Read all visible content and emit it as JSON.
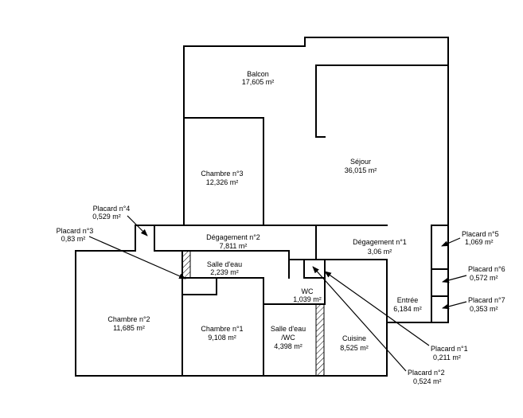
{
  "rooms": {
    "balcon": {
      "name": "Balcon",
      "area": "17,605  m²"
    },
    "sejour": {
      "name": "Séjour",
      "area": "36,015  m²"
    },
    "chambre3": {
      "name": "Chambre n°3",
      "area": "12,326  m²"
    },
    "degagement2": {
      "name": "Dégagement n°2",
      "area": "7,811  m²"
    },
    "degagement1": {
      "name": "Dégagement n°1",
      "area": "3,06  m²"
    },
    "salle_eau": {
      "name": "Salle d'eau",
      "area": "2,239  m²"
    },
    "chambre2": {
      "name": "Chambre n°2",
      "area": "11,685  m²"
    },
    "chambre1": {
      "name": "Chambre n°1",
      "area": "9,108  m²"
    },
    "wc": {
      "name": "WC",
      "area": "1,039  m²"
    },
    "salle_eau_wc": {
      "name_line1": "Salle d'eau",
      "name_line2": "/WC",
      "area": "4,398  m²"
    },
    "cuisine": {
      "name": "Cuisine",
      "area": "8,525  m²"
    },
    "entree": {
      "name": "Entrée",
      "area": "6,184  m²"
    }
  },
  "closets": {
    "placard1": {
      "name": "Placard n°1",
      "area": "0,211  m²"
    },
    "placard2": {
      "name": "Placard n°2",
      "area": "0,524  m²"
    },
    "placard3": {
      "name": "Placard n°3",
      "area": "0,83  m²"
    },
    "placard4": {
      "name": "Placard n°4",
      "area": "0,529  m²"
    },
    "placard5": {
      "name": "Placard n°5",
      "area": "1,069  m²"
    },
    "placard6": {
      "name": "Placard n°6",
      "area": "0,572  m²"
    },
    "placard7": {
      "name": "Placard n°7",
      "area": "0,353  m²"
    }
  }
}
